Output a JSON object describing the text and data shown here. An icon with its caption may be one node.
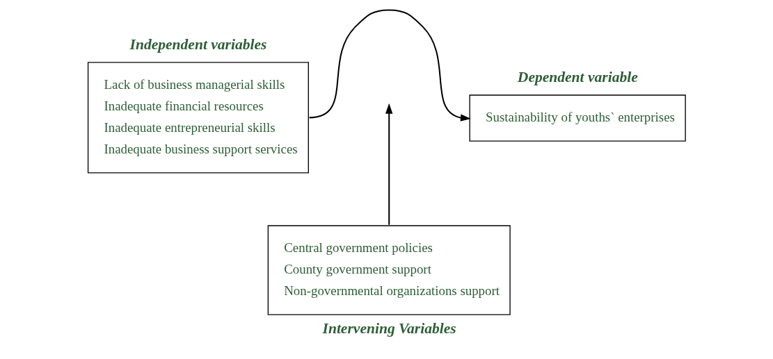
{
  "diagram": {
    "nodes": [
      {
        "text": [
          "Independent variables",
          "Lack of business managerial skills",
          "Inadequate financial resources",
          "Inadequate entrepreneurial skills",
          "Inadequate business support services"
        ]
      },
      {
        "text": [
          "Dependent variable",
          "Sustainability of youths` enterprises"
        ]
      },
      {
        "text": [
          "Central government policies",
          "County government support",
          "Non-governmental organizations support",
          "Intervening Variables"
        ]
      }
    ],
    "edges": [
      {
        "from": 0,
        "to": 1,
        "arrow": "to"
      },
      {
        "from": 2,
        "to": null,
        "arrow": "to"
      }
    ]
  }
}
